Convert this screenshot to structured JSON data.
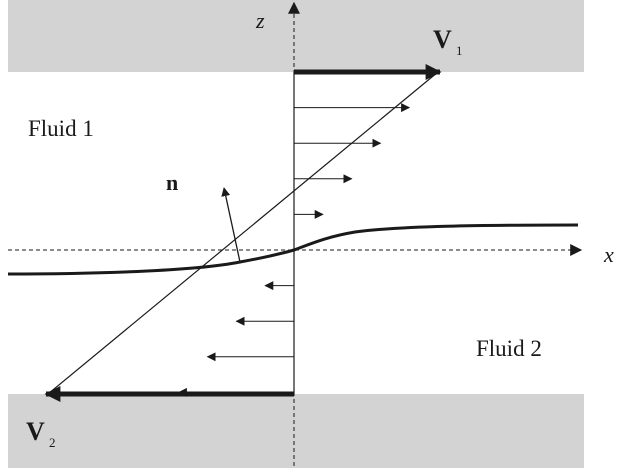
{
  "colors": {
    "plate": "#d3d3d3",
    "ink": "#1a1a1a",
    "background": "#ffffff"
  },
  "labels": {
    "axis_z": "z",
    "axis_x": "x",
    "fluid_top": "Fluid 1",
    "fluid_bottom": "Fluid 2",
    "normal": "n",
    "v_top": "V",
    "v_top_sub": "1",
    "v_bottom": "V",
    "v_bottom_sub": "2"
  },
  "profile": {
    "upper_arrow_fractions": [
      1.0,
      0.8,
      0.6,
      0.4,
      0.2
    ],
    "lower_arrow_fractions": [
      -0.2,
      -0.4,
      -0.6,
      -0.8,
      -1.0
    ]
  }
}
